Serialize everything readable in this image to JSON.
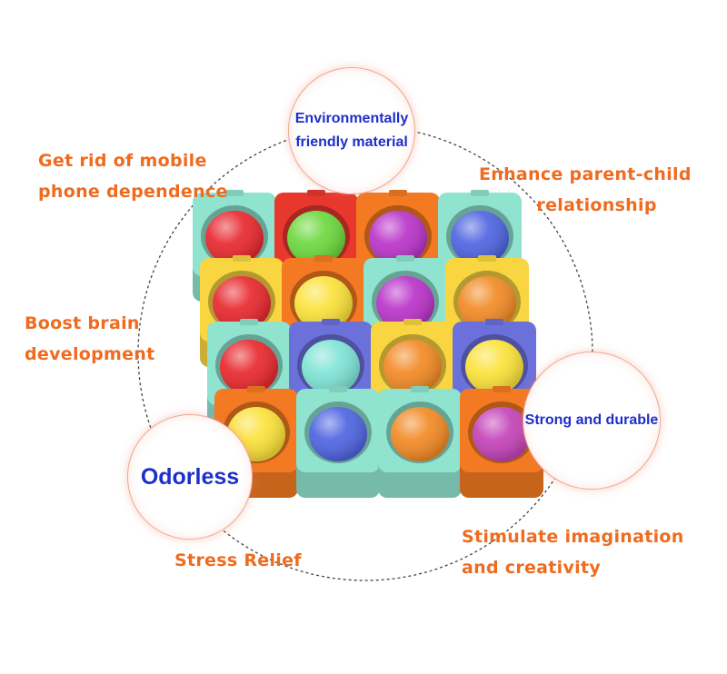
{
  "colors": {
    "orange_text": "#ef6b1f",
    "blue_text": "#1d2fc9",
    "bubble_border": "#f0a893",
    "dashed_ring": "#444444"
  },
  "features": {
    "mobile": [
      "Get rid of mobile",
      "phone dependence"
    ],
    "parent_child": [
      "Enhance parent-child",
      "relationship"
    ],
    "brain": [
      "Boost brain",
      "development"
    ],
    "imagination": [
      "Stimulate imagination",
      "and creativity"
    ],
    "stress": "Stress Relief"
  },
  "bubbles": {
    "material": [
      "Environmentally",
      "friendly material"
    ],
    "durable": "Strong and durable",
    "odorless": "Odorless"
  },
  "toy": {
    "grid": [
      [
        {
          "cube": "#8fe3cf",
          "dome": "#e8282e"
        },
        {
          "cube": "#e8382e",
          "dome": "#6cd83d"
        },
        {
          "cube": "#f37a22",
          "dome": "#b934c9"
        },
        {
          "cube": "#8fe3cf",
          "dome": "#4e64e0"
        }
      ],
      [
        {
          "cube": "#f8d541",
          "dome": "#e8282e"
        },
        {
          "cube": "#f37a22",
          "dome": "#fbe23a"
        },
        {
          "cube": "#8fe3cf",
          "dome": "#b934c9"
        },
        {
          "cube": "#f8d541",
          "dome": "#f28a25"
        }
      ],
      [
        {
          "cube": "#8fe3cf",
          "dome": "#e8282e"
        },
        {
          "cube": "#6b70db",
          "dome": "#7fe4d6"
        },
        {
          "cube": "#f8d541",
          "dome": "#f28a25"
        },
        {
          "cube": "#6b70db",
          "dome": "#fbe23a"
        }
      ],
      [
        {
          "cube": "#f37a22",
          "dome": "#fbe23a"
        },
        {
          "cube": "#8fe3cf",
          "dome": "#4e64e0"
        },
        {
          "cube": "#8fe3cf",
          "dome": "#f28a25"
        },
        {
          "cube": "#f37a22",
          "dome": "#c443b8"
        }
      ]
    ]
  }
}
